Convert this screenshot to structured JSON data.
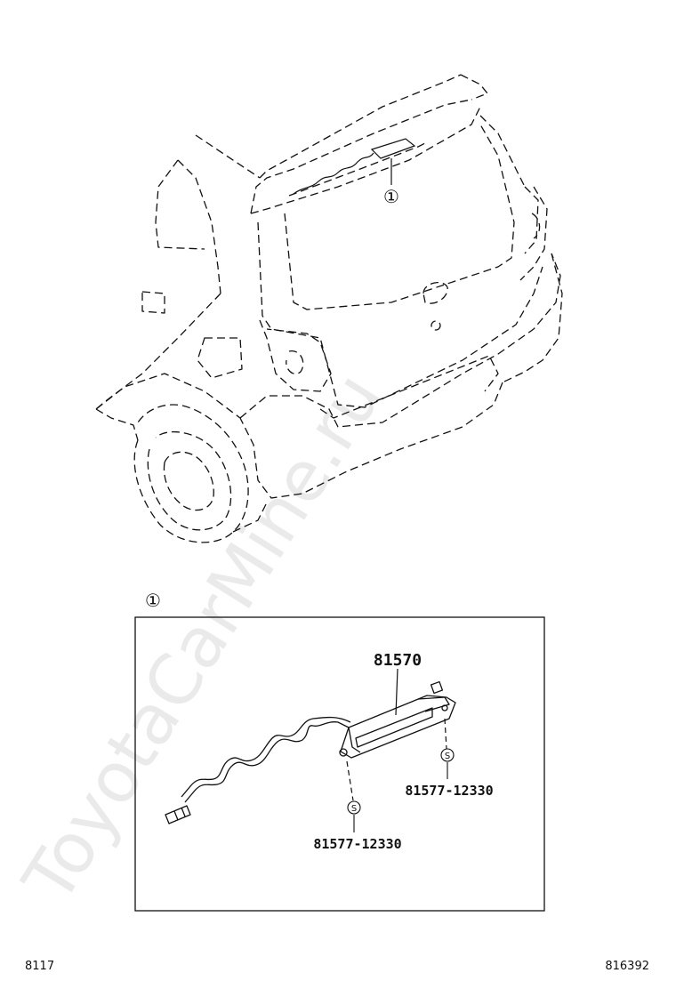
{
  "watermark": "ToyotaCarMine.ru",
  "callout_mark": "①",
  "detail_callout_mark": "①",
  "detail": {
    "main_part_number": "81570",
    "screw_symbol": "S",
    "screw_part_number_right": "81577-12330",
    "screw_part_number_bottom": "81577-12330"
  },
  "footer": {
    "left_code": "8117",
    "right_code": "816392"
  }
}
